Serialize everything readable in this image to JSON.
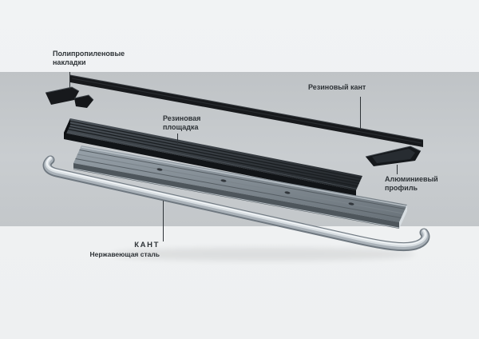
{
  "diagram": {
    "labels": {
      "polypropylene_pads": {
        "line1": "Полипропиленовые",
        "line2": "накладки"
      },
      "rubber_edge": {
        "text": "Резиновый кант"
      },
      "rubber_platform": {
        "line1": "Резиновая",
        "line2": "площадка"
      },
      "aluminum_profile": {
        "line1": "Алюминиевый",
        "line2": "профиль"
      },
      "steel_edge": {
        "title": "КАНТ",
        "subtitle": "Нержавеющая сталь"
      }
    },
    "colors": {
      "background_top": "#eff1f2",
      "band_gray": "#c6cacd",
      "rubber_black": "#17191c",
      "platform_dark_gray": "#343a40",
      "aluminum_gray": "#8e979f",
      "steel_light": "#d9dfe3",
      "label_text": "#2e3337"
    }
  }
}
